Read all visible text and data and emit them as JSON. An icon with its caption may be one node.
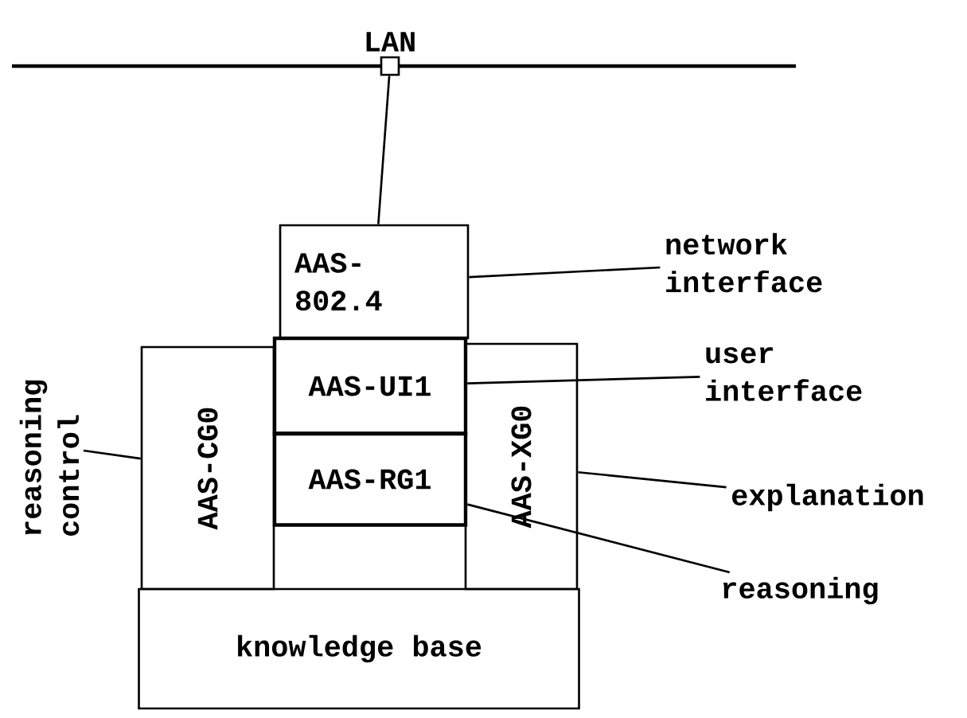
{
  "diagram": {
    "nodes": [
      {
        "text": [
          "LAN"
        ]
      },
      {
        "text": [
          "AAS- 802.4"
        ]
      },
      {
        "text": [
          "AAS-CG0"
        ]
      },
      {
        "text": [
          "AAS-UI1"
        ]
      },
      {
        "text": [
          "AAS-RG1"
        ]
      },
      {
        "text": [
          "AAS-XG0"
        ]
      },
      {
        "text": [
          "knowledge base"
        ]
      },
      {
        "text": [
          "network interface"
        ]
      },
      {
        "text": [
          "user interface"
        ]
      },
      {
        "text": [
          "explanation"
        ]
      },
      {
        "text": [
          "reasoning"
        ]
      },
      {
        "text": [
          "reasoning control"
        ]
      }
    ],
    "edges": [
      {
        "from": 0,
        "to": 1,
        "arrow": "none"
      },
      {
        "from": 7,
        "to": 1,
        "arrow": "none"
      },
      {
        "from": 8,
        "to": 3,
        "arrow": "none"
      },
      {
        "from": 9,
        "to": 5,
        "arrow": "none"
      },
      {
        "from": 10,
        "to": 4,
        "arrow": "none"
      },
      {
        "from": 11,
        "to": 2,
        "arrow": "none"
      }
    ]
  }
}
